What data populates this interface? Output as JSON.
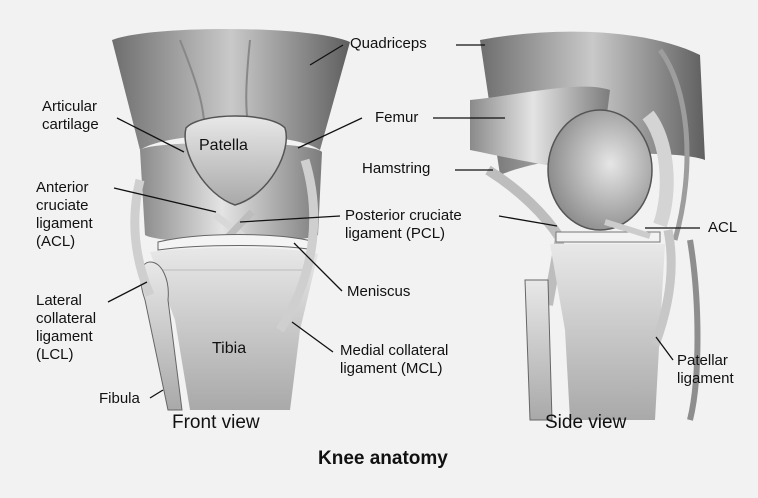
{
  "labels": {
    "quadriceps": "Quadriceps",
    "articular_cartilage": "Articular\ncartilage",
    "patella": "Patella",
    "femur": "Femur",
    "hamstring": "Hamstring",
    "anterior_cruciate": "Anterior\ncruciate\nligament\n(ACL)",
    "posterior_cruciate": "Posterior cruciate\nligament (PCL)",
    "acl_side": "ACL",
    "meniscus": "Meniscus",
    "lateral_collateral": "Lateral\ncollateral\nligament\n(LCL)",
    "tibia": "Tibia",
    "medial_collateral": "Medial collateral\nligament (MCL)",
    "patellar_ligament": "Patellar\nligament",
    "fibula": "Fibula"
  },
  "captions": {
    "front": "Front view",
    "side": "Side view"
  },
  "title": "Knee anatomy"
}
